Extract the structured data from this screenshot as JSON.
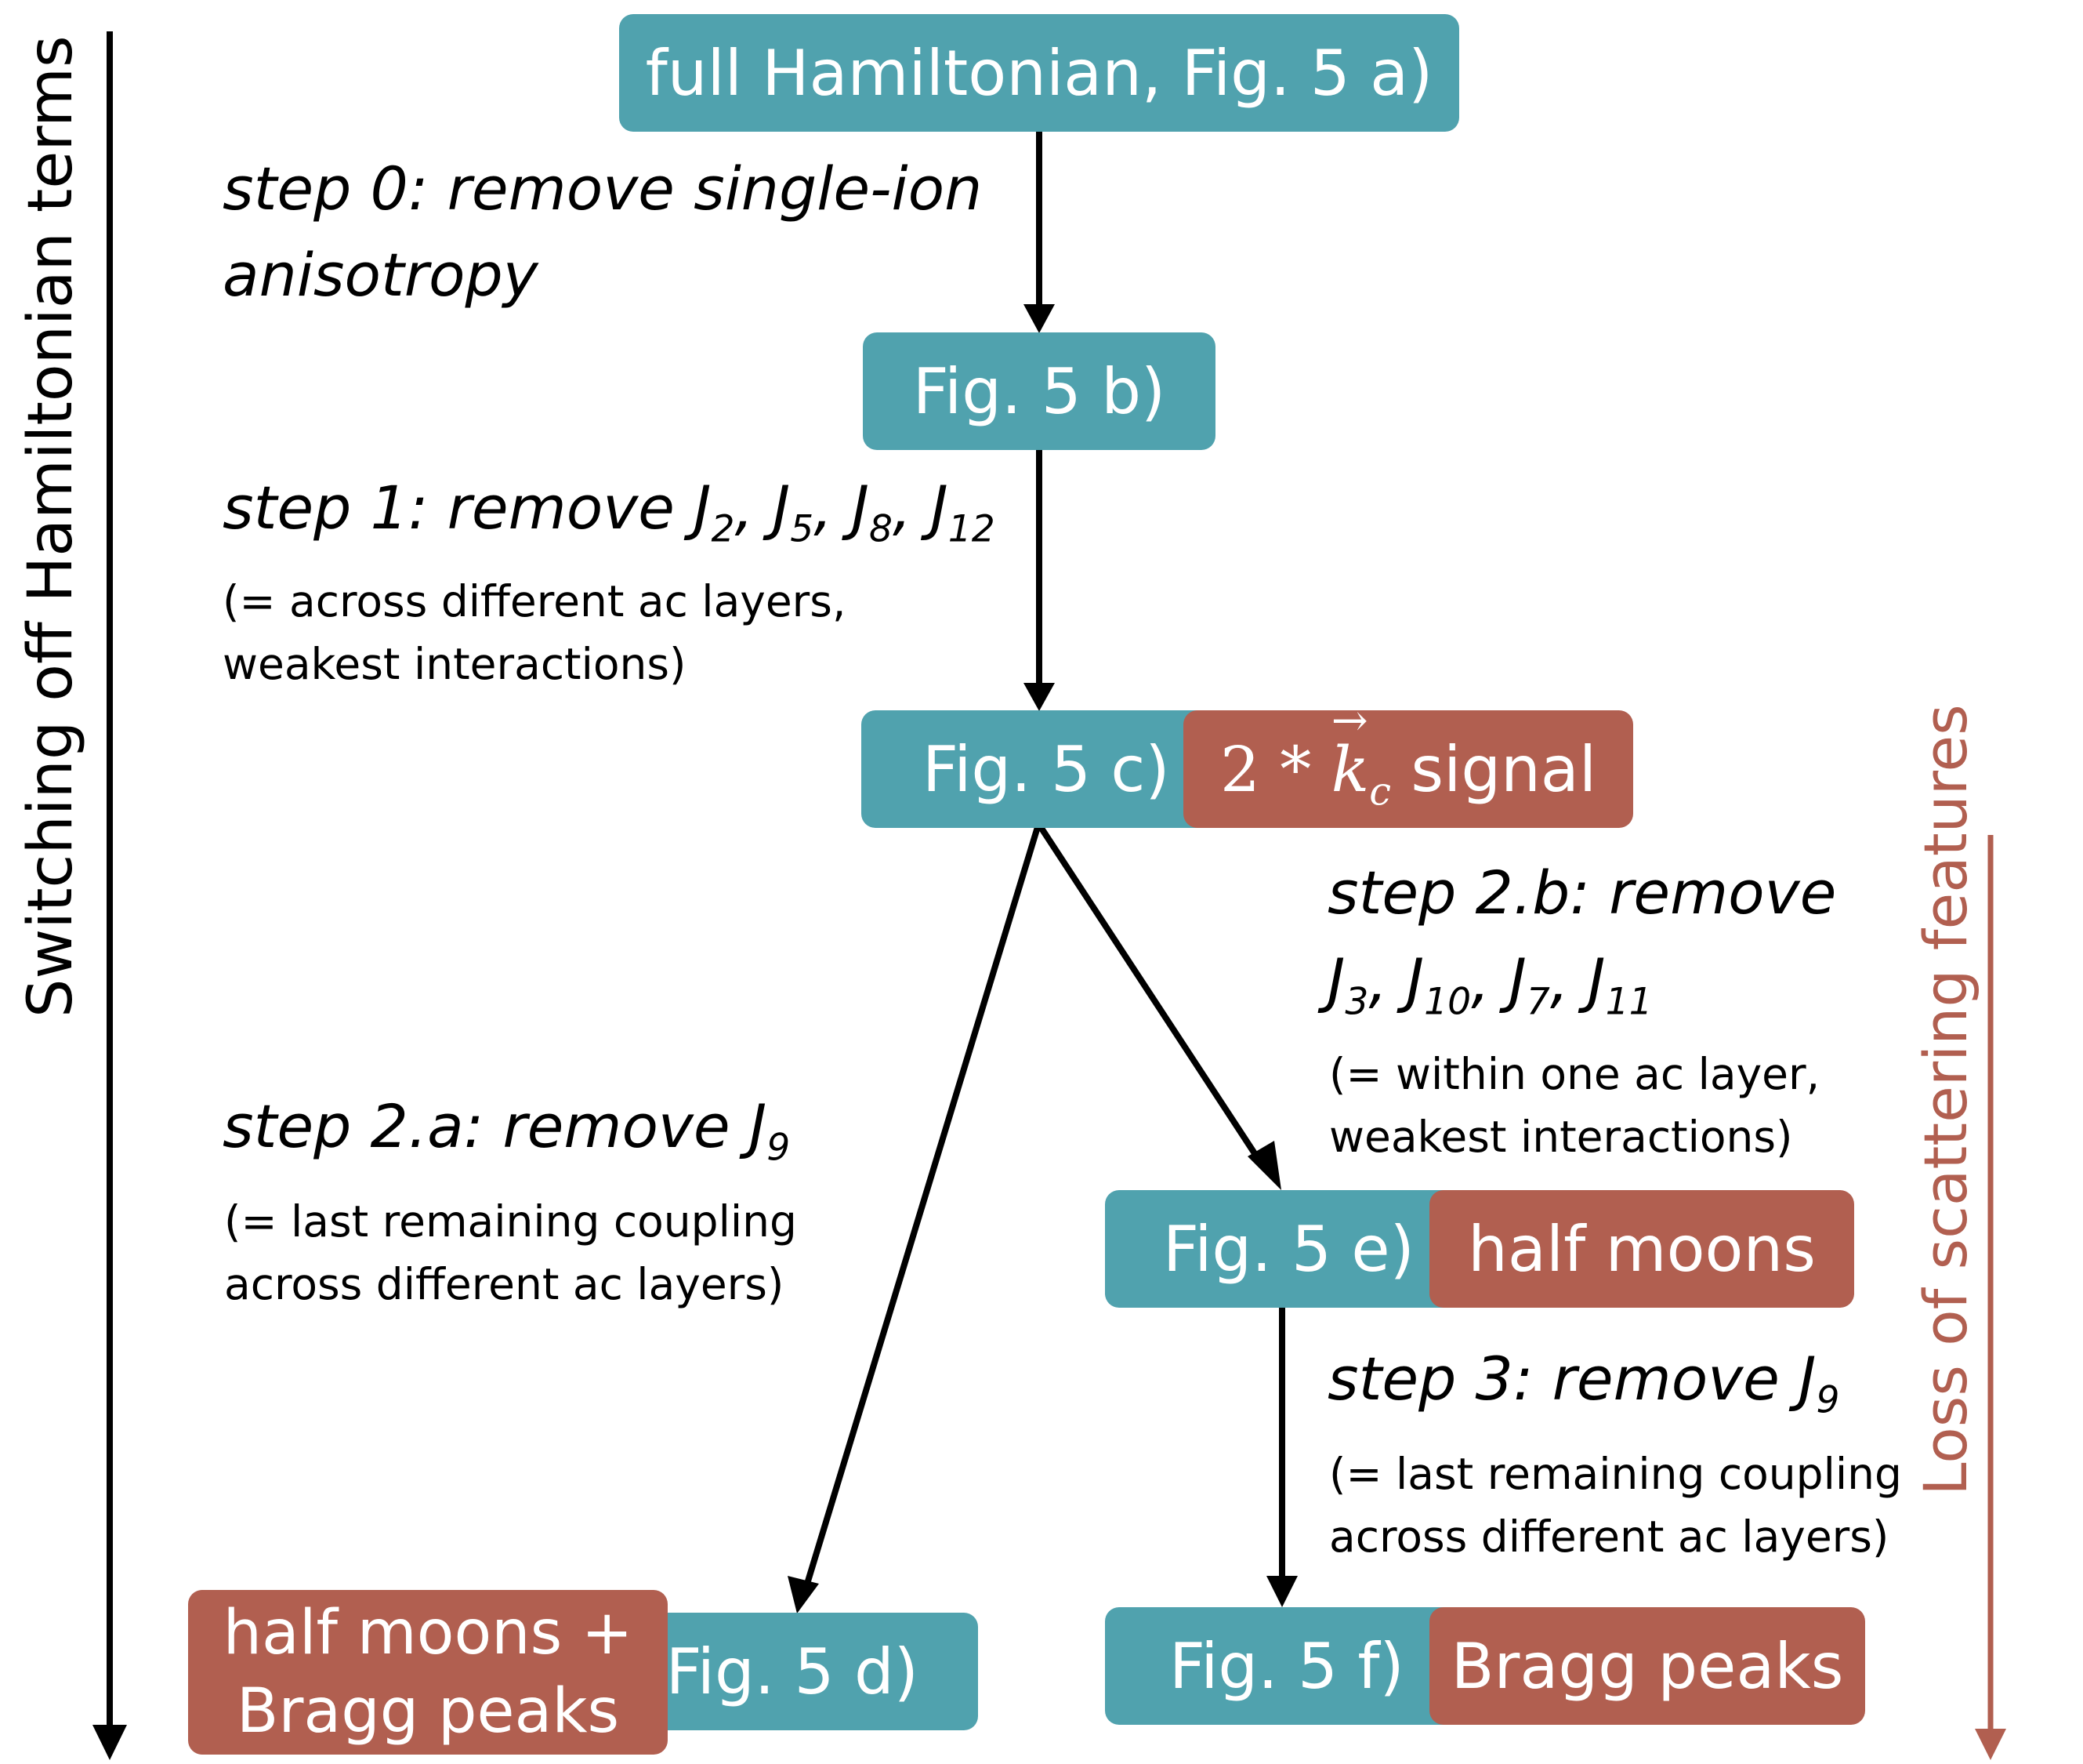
{
  "boxes": {
    "full": "full Hamiltonian, Fig. 5 a)",
    "b": "Fig. 5 b)",
    "c": "Fig. 5 c)",
    "c_signal_prefix": "2 *",
    "c_signal_k": "k",
    "c_signal_sub": "c",
    "c_signal_suffix": "signal",
    "d": "Fig. 5 d)",
    "d_feature_line1": "half moons +",
    "d_feature_line2": "Bragg peaks",
    "e": "Fig. 5 e)",
    "e_feature": "half moons",
    "f": "Fig. 5 f)",
    "f_feature": "Bragg peaks"
  },
  "steps": {
    "step0_line1": "step 0: remove single-ion",
    "step0_line2": "anisotropy",
    "step1_prefix": "step 1: remove",
    "step1_J": [
      "J",
      "2",
      "J",
      "5",
      "J",
      "8",
      "J",
      "12"
    ],
    "step1_note_line1": "(= across different ac layers,",
    "step1_note_line2": "weakest interactions)",
    "step2a_prefix": "step 2.a: remove",
    "step2a_J": [
      "J",
      "9"
    ],
    "step2a_note_line1": "(= last remaining coupling",
    "step2a_note_line2": "across different ac layers)",
    "step2b_line1": "step 2.b: remove",
    "step2b_J": [
      "J",
      "3",
      "J",
      "10",
      "J",
      "7",
      "J",
      "11"
    ],
    "step2b_note_line1": "(= within one ac layer,",
    "step2b_note_line2": "weakest interactions)",
    "step3_prefix": "step 3: remove",
    "step3_J": [
      "J",
      "9"
    ],
    "step3_note_line1": "(= last remaining coupling",
    "step3_note_line2": "across different ac layers)"
  },
  "side_labels": {
    "left": "Switching off Hamiltonian terms",
    "right": "Loss of scattering features"
  },
  "colors": {
    "teal": "#50a2ae",
    "red": "#b15f50",
    "arrow": "#000000",
    "right_arrow": "#b15f50"
  }
}
